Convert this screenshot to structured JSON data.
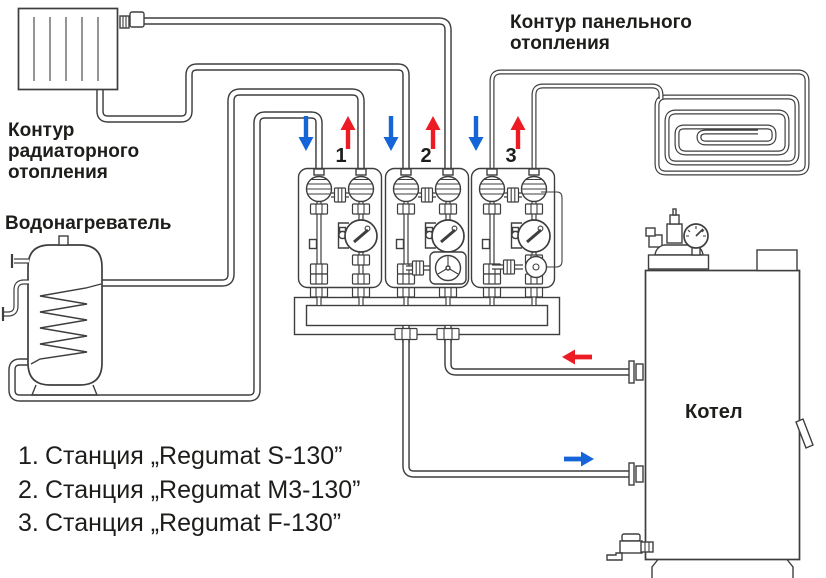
{
  "diagram": {
    "line_color": "#3e3e3e",
    "supply_color": "#ed1c24",
    "return_color": "#1565d8"
  },
  "labels": {
    "radiator_circuit": [
      "Контур",
      "радиаторного",
      "отопления"
    ],
    "panel_circuit": [
      "Контур панельного",
      "отопления"
    ],
    "water_heater": "Водонагреватель",
    "boiler": "Котел"
  },
  "stations": {
    "markers": [
      "1",
      "2",
      "3"
    ]
  },
  "legend": {
    "items": [
      {
        "num": "1.",
        "label": "Станция „Regumat S-130”"
      },
      {
        "num": "2.",
        "label": "Станция „Regumat M3-130”"
      },
      {
        "num": "3.",
        "label": "Станция „Regumat F-130”"
      }
    ]
  }
}
